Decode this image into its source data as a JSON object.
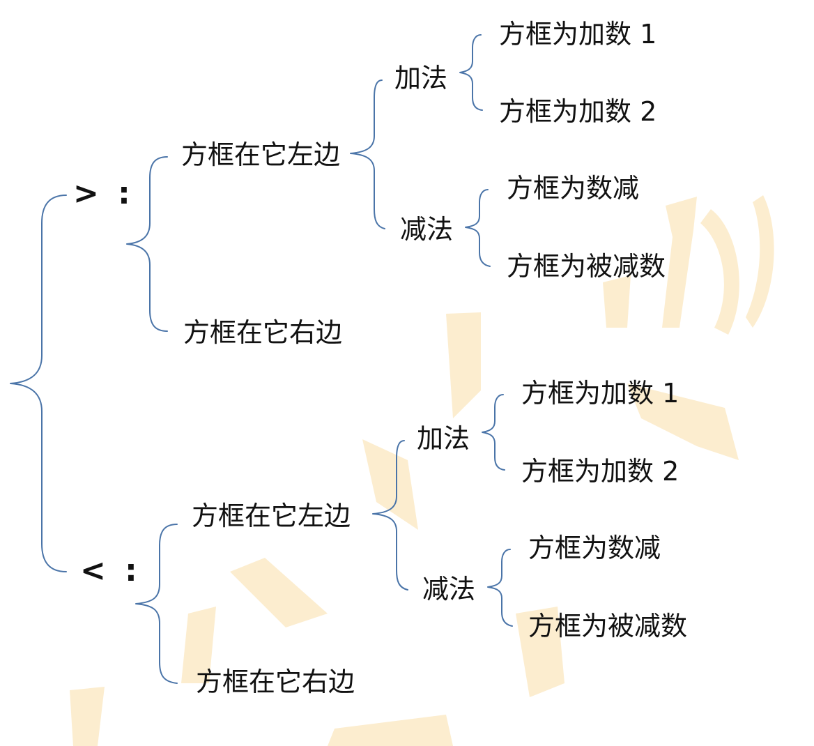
{
  "colors": {
    "line": "#4a74a8",
    "text": "#111111",
    "watermark": "#fbe7bf",
    "background": "#ffffff"
  },
  "tree": {
    "gt": {
      "symbol": "> :",
      "left": {
        "label": "方框在它左边",
        "add": {
          "label": "加法",
          "items": [
            "方框为加数 1",
            "方框为加数 2"
          ]
        },
        "sub": {
          "label": "减法",
          "items": [
            "方框为数减",
            "方框为被减数"
          ]
        }
      },
      "right": {
        "label": "方框在它右边"
      }
    },
    "lt": {
      "symbol": "< :",
      "left": {
        "label": "方框在它左边",
        "add": {
          "label": "加法",
          "items": [
            "方框为加数 1",
            "方框为加数 2"
          ]
        },
        "sub": {
          "label": "减法",
          "items": [
            "方框为数减",
            "方框为被减数"
          ]
        }
      },
      "right": {
        "label": "方框在它右边"
      }
    }
  }
}
